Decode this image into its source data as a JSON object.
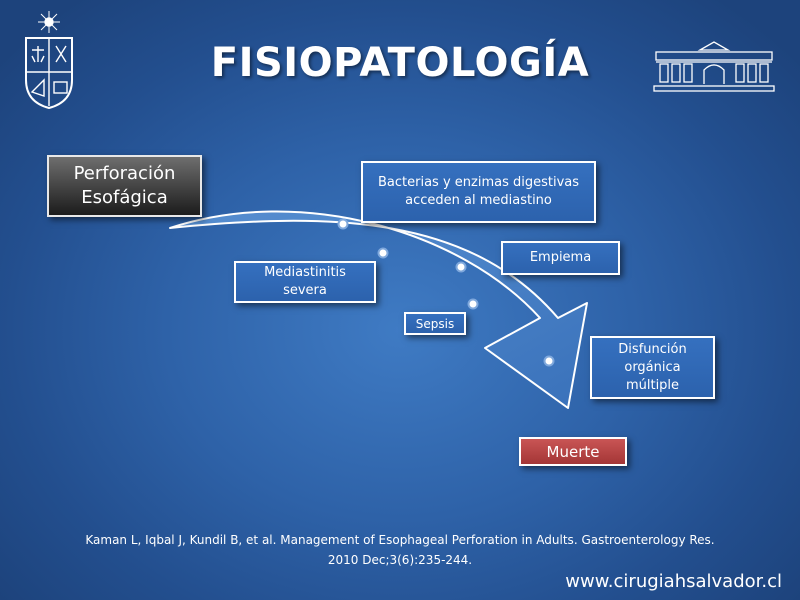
{
  "slide": {
    "title": "FISIOPATOLOGÍA",
    "nodes": {
      "perforacion": [
        "Perforación",
        "Esofágica"
      ],
      "bacterias": [
        "Bacterias y enzimas digestivas",
        "acceden al mediastino"
      ],
      "empiema": "Empiema",
      "mediastinitis": [
        "Mediastinitis",
        "severa"
      ],
      "sepsis": "Sepsis",
      "disfuncion": [
        "Disfunción",
        "orgánica",
        "múltiple"
      ],
      "muerte": "Muerte"
    },
    "citation": [
      "Kaman L, Iqbal J, Kundil B, et al. Management of Esophageal Perforation in Adults. Gastroenterology Res.",
      "2010 Dec;3(6):235-244."
    ],
    "website": "www.cirugiahsalvador.cl"
  },
  "colors": {
    "background": "#2e62a8",
    "box_fill": "#2f66b3",
    "box_border": "#ffffff",
    "perforacion_fill": "#3a3a3a",
    "muerte_fill": "#b84444",
    "arrow_fill": "#4a82c8"
  },
  "icons": {
    "left_logo": "university-seal-icon",
    "right_logo": "building-facade-icon"
  }
}
